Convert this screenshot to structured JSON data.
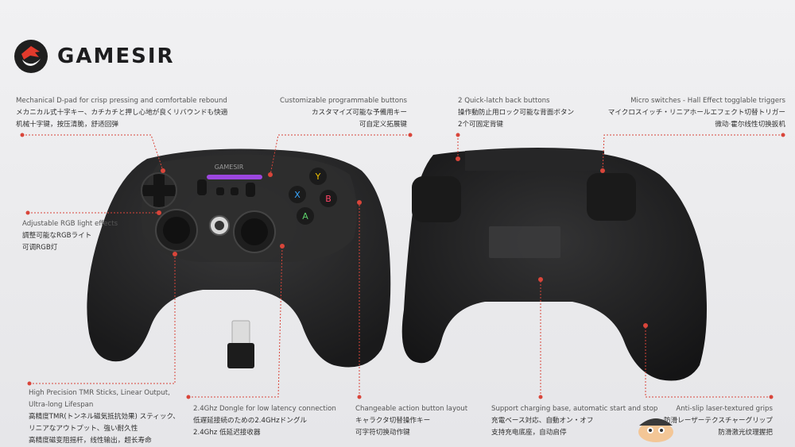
{
  "brand": {
    "name": "GAMESIR"
  },
  "labels": {
    "dpad": {
      "en": "Mechanical D-pad for crisp pressing and comfortable rebound",
      "jp": "メカニカル式十字キー、カチカチと押し心地が良くリバウンドも快適",
      "cn": "机械十字键，按压清脆，舒适回弹"
    },
    "buttons": {
      "en": "Customizable programmable buttons",
      "jp": "カスタマイズ可能な予備用キー",
      "cn": "可自定义拓展键"
    },
    "back": {
      "en": "2 Quick-latch back buttons",
      "jp": "操作動防止用ロック可能な背面ボタン",
      "cn": "2个可固定背键"
    },
    "triggers": {
      "en": "Micro switches - Hall Effect togglable triggers",
      "jp": "マイクロスイッチ・リニアホールエフェクト切替トリガー",
      "cn": "微动·霍尔线性切换扳机"
    },
    "rgb": {
      "en": "Adjustable RGB light effects",
      "jp": "調整可能なRGBライト",
      "cn": "可调RGB灯"
    },
    "sticks": {
      "en1": "High Precision TMR Sticks, Linear Output,",
      "en2": "Ultra-long Lifespan",
      "jp1": "高精度TMR(トンネル磁気抵抗効果) スティック、",
      "jp2": "リニアなアウトプット、強い耐久性",
      "cn": "高精度磁变阻摇杆，线性输出，超长寿命"
    },
    "dongle": {
      "en": "2.4Ghz Dongle for low latency connection",
      "jp": "低遅延接続のための2.4GHzドングル",
      "cn": "2.4Ghz 低延迟接收器"
    },
    "layout": {
      "en": "Changeable action button layout",
      "jp": "キャラクタ切替操作キー",
      "cn": "可字符切换动作键"
    },
    "charging": {
      "en": "Support charging base, automatic start and stop",
      "jp": "充電ベース対応、自動オン・オフ",
      "cn": "支持充电底座，自动启停"
    },
    "grips": {
      "en": "Anti-slip laser-textured grips",
      "jp": "防滑レーザーテクスチャーグリップ",
      "cn": "防滑激光纹理握把"
    }
  },
  "controller": {
    "front_label": "GAMESIR",
    "face_buttons": [
      "Y",
      "X",
      "A",
      "B"
    ]
  },
  "colors": {
    "leader": "#d9453a",
    "body": "#262626",
    "accent_purple": "#b04cff"
  }
}
